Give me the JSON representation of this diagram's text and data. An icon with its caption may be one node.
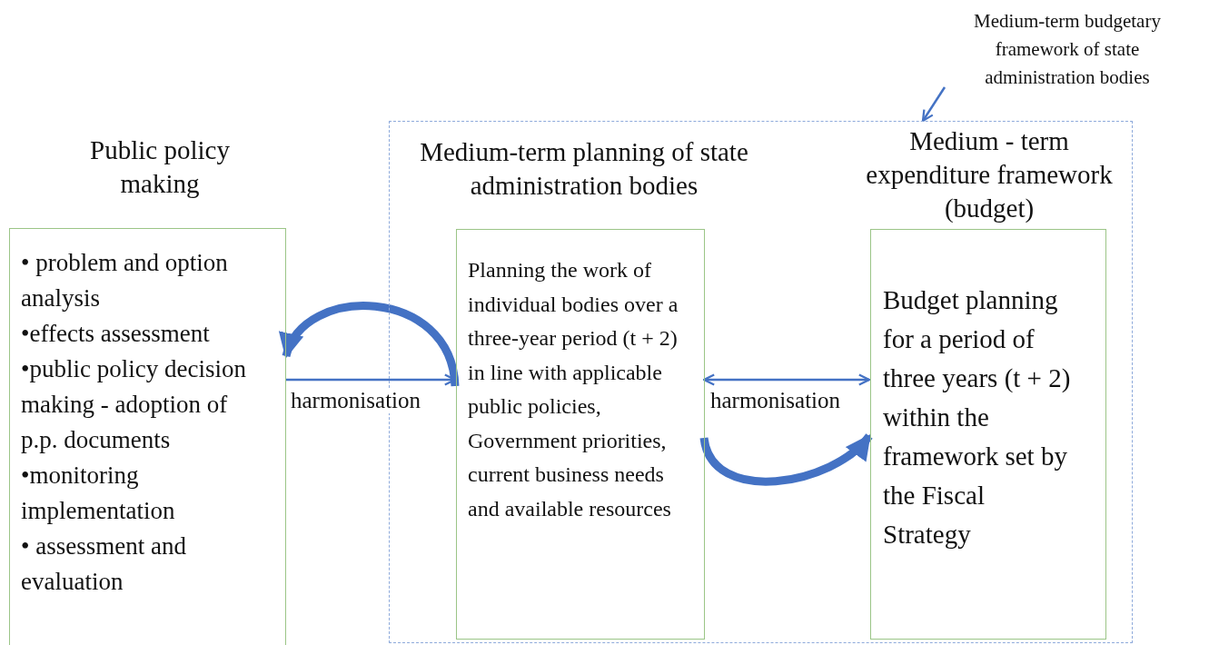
{
  "diagram": {
    "nodes": [
      {
        "text": [
          "Public policy making",
          "• problem and option analysis",
          "•effects assessment",
          "•public policy decision making - adoption of p.p. documents",
          "•monitoring implementation",
          "• assessment and evaluation"
        ]
      },
      {
        "text": [],
        "shape": "box"
      },
      {
        "text": [
          "Medium-term planning of state administration bodies",
          "Planning the work of individual bodies over a three-year period (t + 2) in line with applicable public policies, Government priorities, current business needs and available resources"
        ],
        "in": 1
      },
      {
        "text": [
          "Medium - term expenditure framework (budget)",
          "Budget planning for a period of three years (t + 2) within the framework set by the Fiscal Strategy"
        ],
        "in": 1
      },
      {
        "text": [
          "Medium-term budgetary framework of state administration bodies"
        ]
      }
    ],
    "edges": [
      {
        "from": 0,
        "to": 2,
        "arrow": "to",
        "label": "harmonisation"
      },
      {
        "from": 2,
        "to": 0,
        "arrow": "to",
        "style": "thick"
      },
      {
        "from": 2,
        "to": 3,
        "arrow": "both",
        "label": "harmonisation"
      },
      {
        "from": 2,
        "to": 3,
        "arrow": "to",
        "style": "thick"
      },
      {
        "from": 4,
        "to": 1,
        "arrow": "to"
      }
    ]
  }
}
